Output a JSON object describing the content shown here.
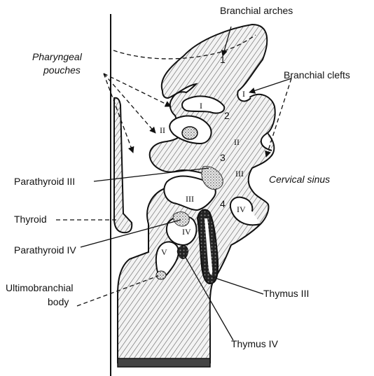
{
  "labels": {
    "branchial_arches": "Branchial arches",
    "pharyngeal_pouches_line1": "Pharyngeal",
    "pharyngeal_pouches_line2": "pouches",
    "branchial_clefts": "Branchial clefts",
    "cervical_sinus": "Cervical sinus",
    "parathyroid_iii": "Parathyroid III",
    "thyroid": "Thyroid",
    "parathyroid_iv": "Parathyroid IV",
    "ultimobranchial_line1": "Ultimobranchial",
    "ultimobranchial_line2": "body",
    "thymus_iii": "Thymus III",
    "thymus_iv": "Thymus IV"
  },
  "arch_numbers": [
    "1",
    "2",
    "3",
    "4"
  ],
  "pouch_numerals": [
    "I",
    "II",
    "III",
    "IV",
    "V"
  ],
  "cleft_numerals": [
    "I",
    "II",
    "III",
    "IV"
  ]
}
